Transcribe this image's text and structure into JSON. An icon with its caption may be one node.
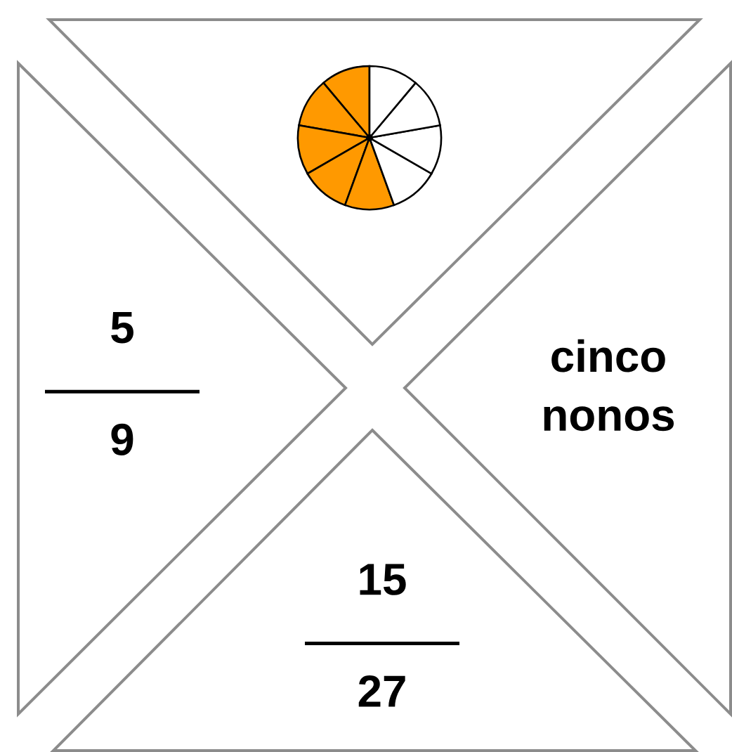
{
  "diagram": {
    "nodes": [
      {
        "text": [],
        "shape": "triangle"
      },
      {
        "text": [
          "5",
          "9"
        ]
      },
      {
        "text": [
          "cinco nonos"
        ]
      },
      {
        "text": [
          "15",
          "27"
        ]
      }
    ]
  }
}
